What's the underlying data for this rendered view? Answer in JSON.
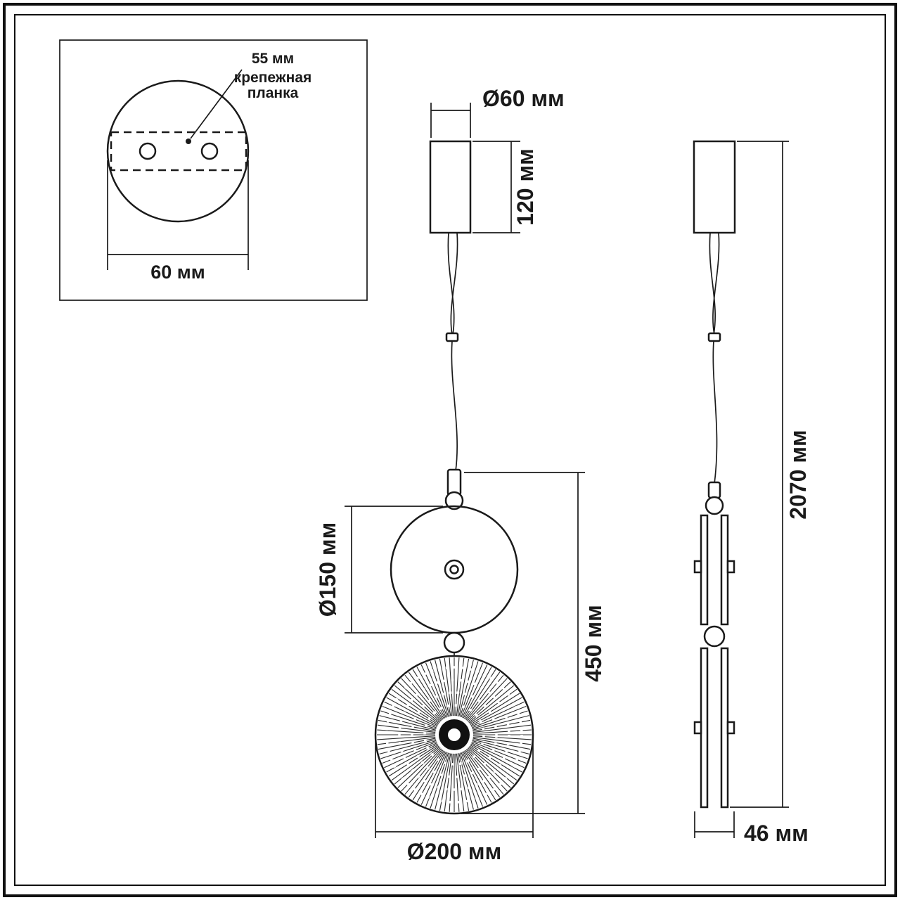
{
  "drawing_title": "pendant-lamp-dimension-drawing",
  "colors": {
    "line": "#1a1a1a",
    "background": "#ffffff"
  },
  "inset": {
    "hole_spacing_label": "55 мм",
    "bracket_label_line1": "крепежная",
    "bracket_label_line2": "планка",
    "plate_width_label": "60 мм"
  },
  "front": {
    "canopy_diameter": "Ø60 мм",
    "canopy_height": "120 мм",
    "disc1_diameter": "Ø150 мм",
    "fixture_height": "450 мм",
    "disc2_diameter": "Ø200 мм"
  },
  "side": {
    "total_height": "2070 мм",
    "depth": "46 мм"
  }
}
